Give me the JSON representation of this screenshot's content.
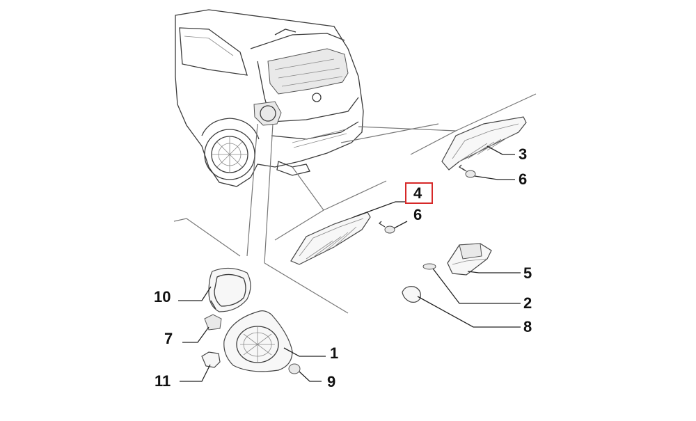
{
  "diagram": {
    "highlight_color": "#d62828",
    "callouts": [
      {
        "id": "label-3",
        "text": "3"
      },
      {
        "id": "label-6-top",
        "text": "6"
      },
      {
        "id": "label-4",
        "text": "4"
      },
      {
        "id": "label-6-mid",
        "text": "6"
      },
      {
        "id": "label-5",
        "text": "5"
      },
      {
        "id": "label-2",
        "text": "2"
      },
      {
        "id": "label-8",
        "text": "8"
      },
      {
        "id": "label-10",
        "text": "10"
      },
      {
        "id": "label-7",
        "text": "7"
      },
      {
        "id": "label-1",
        "text": "1"
      },
      {
        "id": "label-11",
        "text": "11"
      },
      {
        "id": "label-9",
        "text": "9"
      }
    ],
    "highlighted_callout": "4"
  }
}
